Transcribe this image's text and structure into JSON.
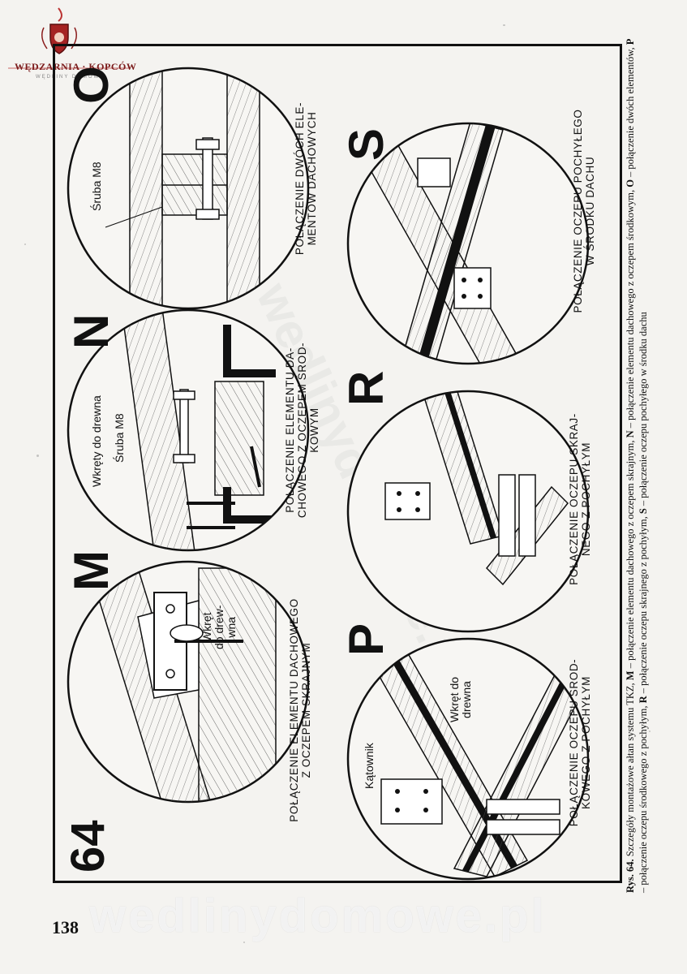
{
  "logo": {
    "title": "WĘDZARNIA · KOPCÓW",
    "subtitle": "WĘDLINY DOMOWE"
  },
  "figure": {
    "number": "64",
    "letters": {
      "M": "M",
      "N": "N",
      "O": "O",
      "P": "P",
      "R": "R",
      "S": "S"
    },
    "panels": {
      "M": {
        "caption_line1": "POŁĄCZENIE ELEMENTU DACHOWEGO",
        "caption_line2": "Z OCZEPEM SKRAJNYM",
        "label_line1": "Wkręt",
        "label_line2": "do drew-",
        "label_line3": "wna"
      },
      "N": {
        "caption_line1": "POŁĄCZENIE ELEMENTU DA-",
        "caption_line2": "CHOWEGO Z OCZEPEM ŚROD-",
        "caption_line3": "KOWYM",
        "label_screws": "Wkręty do drewna",
        "label_bolt": "Śruba M8"
      },
      "O": {
        "caption_line1": "POŁĄCZENIE DWÓCH ELE-",
        "caption_line2": "MENTÓW DACHOWYCH",
        "label_bolt": "Śruba M8"
      },
      "P": {
        "caption_line1": "POŁĄCZENIE OCZEPU ŚROD-",
        "caption_line2": "KOWEGO Z POCHYŁYM",
        "label_angle": "Kątownik",
        "label_screw_line1": "Wkręt do",
        "label_screw_line2": "drewna"
      },
      "R": {
        "caption_line1": "POŁĄCZENIE OCZEPU SKRAJ-",
        "caption_line2": "NEGO Z POCHYŁYM"
      },
      "S": {
        "caption_line1": "POŁĄCZENIE OCZEPU POCHYŁEGO",
        "caption_line2": "W ŚRODKU DACHU"
      }
    }
  },
  "caption": {
    "prefix": "Rys. 64.",
    "text1": " Szczegóły montażowe ałtan systemu TKZ, ",
    "M": "M",
    "text2": " – połączenie elementu dachowego z oczepem skrajnym, ",
    "N": "N",
    "text3": " – połączenie elementu dachowego z oczepem środkowym, ",
    "O": "O",
    "text4": " – połączenie dwóch elementów, ",
    "P": "P",
    "text5": " – połączenie oczepu środkowego z pochyłym, ",
    "R": "R",
    "text6": " – połączenie oczepu skrajnego z pochyłym, ",
    "S": "S",
    "text7": " – połączenie oczepu pochyłego w środku dachu"
  },
  "page_number": "138",
  "watermark": "wedlinydomowe.pl"
}
